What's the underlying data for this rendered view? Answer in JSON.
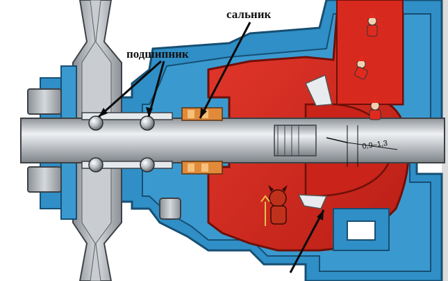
{
  "labels": {
    "gland": "сальник",
    "bearing": "подшипник",
    "clearance": "0,9–1,3"
  },
  "colors": {
    "background": "#ffffff",
    "housing_blue": "#2f8fc6",
    "housing_dark": "#1f6f9f",
    "pump_red": "#d3271c",
    "pump_red_dark": "#9e1a12",
    "shaft_grey": "#b8bcc0",
    "shaft_light": "#e4e6e8",
    "pulley_grey": "#a7adb3",
    "arrow_black": "#0b0b0b"
  },
  "icons": [
    "santa-figure-icon",
    "devil-figure-icon",
    "bolt-icon",
    "ball-bearing-icon"
  ]
}
